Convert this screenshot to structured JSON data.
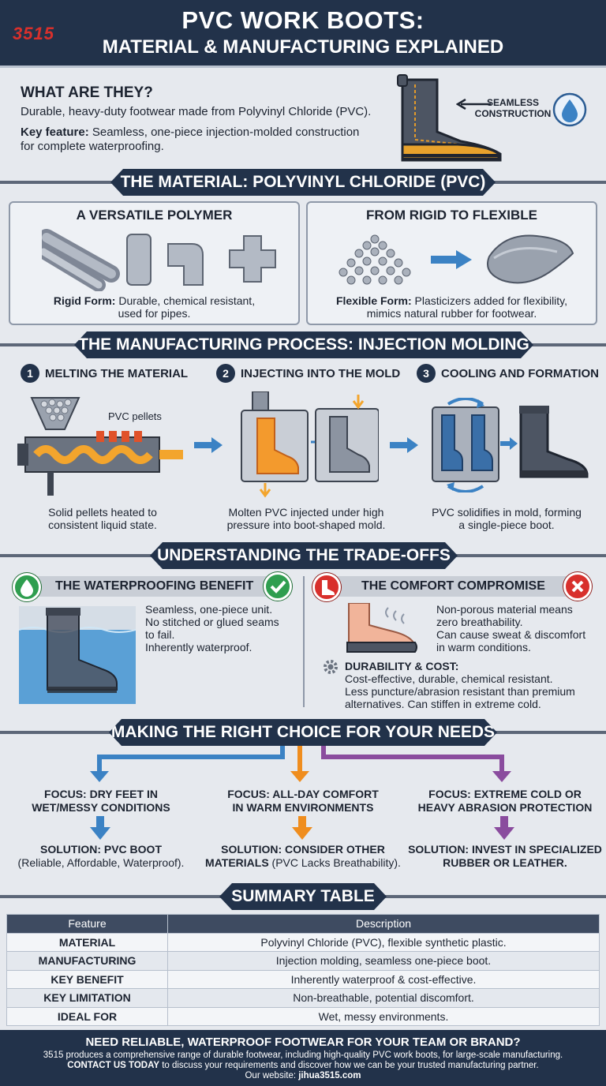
{
  "header": {
    "logo": "3515",
    "title_line1": "PVC WORK BOOTS:",
    "title_line2": "MATERIAL & MANUFACTURING EXPLAINED"
  },
  "intro": {
    "heading": "WHAT ARE THEY?",
    "body": "Durable, heavy-duty footwear made from Polyvinyl Chloride (PVC).",
    "key_label": "Key feature:",
    "key_text_1": " Seamless, one-piece injection-molded construction",
    "key_text_2": "for complete waterproofing.",
    "callout_line1": "SEAMLESS",
    "callout_line2": "CONSTRUCTION"
  },
  "material": {
    "banner": "THE MATERIAL: POLYVINYL CHLORIDE (PVC)",
    "left": {
      "title": "A VERSATILE POLYMER",
      "label": "Rigid Form:",
      "text1": " Durable, chemical resistant,",
      "text2": "used for pipes."
    },
    "right": {
      "title": "FROM RIGID TO FLEXIBLE",
      "label": "Flexible Form:",
      "text1": " Plasticizers added for flexibility,",
      "text2": "mimics natural rubber for footwear."
    }
  },
  "process": {
    "banner": "THE MANUFACTURING PROCESS: INJECTION MOLDING",
    "steps": [
      {
        "num": "1",
        "title": "MELTING THE MATERIAL",
        "desc1": "Solid pellets heated to",
        "desc2": "consistent liquid state."
      },
      {
        "num": "2",
        "title": "INJECTING INTO THE MOLD",
        "desc1": "Molten PVC injected under high",
        "desc2": "pressure into boot-shaped mold."
      },
      {
        "num": "3",
        "title": "COOLING AND FORMATION",
        "desc1": "PVC solidifies in mold, forming",
        "desc2": "a single-piece boot."
      }
    ],
    "pellets_label": "PVC pellets"
  },
  "tradeoffs": {
    "banner": "UNDERSTANDING THE TRADE-OFFS",
    "benefit": {
      "title": "THE WATERPROOFING BENEFIT",
      "l1": "Seamless, one-piece unit.",
      "l2": "No stitched or glued seams",
      "l3": "to fail.",
      "l4": "Inherently waterproof."
    },
    "compromise": {
      "title": "THE COMFORT COMPROMISE",
      "l1": "Non-porous material means",
      "l2": "zero breathability.",
      "l3": "Can cause sweat & discomfort",
      "l4": "in warm conditions."
    },
    "durability": {
      "title": "DURABILITY & COST:",
      "l1": "Cost-effective, durable, chemical resistant.",
      "l2": "Less puncture/abrasion resistant than premium",
      "l3": "alternatives. Can stiffen in extreme cold."
    }
  },
  "choice": {
    "banner": "MAKING THE RIGHT CHOICE FOR YOUR NEEDS",
    "options": [
      {
        "focus1": "FOCUS: DRY FEET IN",
        "focus2": "WET/MESSY CONDITIONS",
        "sol1": "SOLUTION: PVC BOOT",
        "sol2": "(Reliable, Affordable, Waterproof).",
        "color": "#3b82c4"
      },
      {
        "focus1": "FOCUS: ALL-DAY COMFORT",
        "focus2": "IN WARM ENVIRONMENTS",
        "sol1": "SOLUTION: CONSIDER OTHER",
        "sol2": "MATERIALS",
        "sol2b": " (PVC Lacks Breathability).",
        "color": "#ef8d1e"
      },
      {
        "focus1": "FOCUS: EXTREME COLD OR",
        "focus2": "HEAVY ABRASION PROTECTION",
        "sol1": "SOLUTION: INVEST IN SPECIALIZED",
        "sol2": "RUBBER OR LEATHER.",
        "color": "#8a4c9e"
      }
    ]
  },
  "summary": {
    "banner": "SUMMARY TABLE",
    "headers": [
      "Feature",
      "Description"
    ],
    "rows": [
      [
        "MATERIAL",
        "Polyvinyl Chloride (PVC), flexible synthetic plastic."
      ],
      [
        "MANUFACTURING",
        "Injection molding, seamless one-piece boot."
      ],
      [
        "KEY BENEFIT",
        "Inherently waterproof & cost-effective."
      ],
      [
        "KEY LIMITATION",
        "Non-breathable, potential discomfort."
      ],
      [
        "IDEAL FOR",
        "Wet, messy environments."
      ]
    ]
  },
  "footer": {
    "headline": "NEED RELIABLE, WATERPROOF FOOTWEAR FOR YOUR TEAM OR BRAND?",
    "line1": "3515 produces a comprehensive range of durable footwear, including high-quality PVC work boots, for large-scale manufacturing.",
    "cta": "CONTACT US TODAY",
    "line2": " to discuss your requirements and discover how we can be your trusted manufacturing partner.",
    "website_label": "Our website: ",
    "website": "jihua3515.com"
  },
  "colors": {
    "navy": "#22324a",
    "blue": "#3b82c4",
    "orange": "#ef8d1e",
    "purple": "#8a4c9e",
    "green": "#2f9e4f",
    "red": "#d8302c"
  }
}
